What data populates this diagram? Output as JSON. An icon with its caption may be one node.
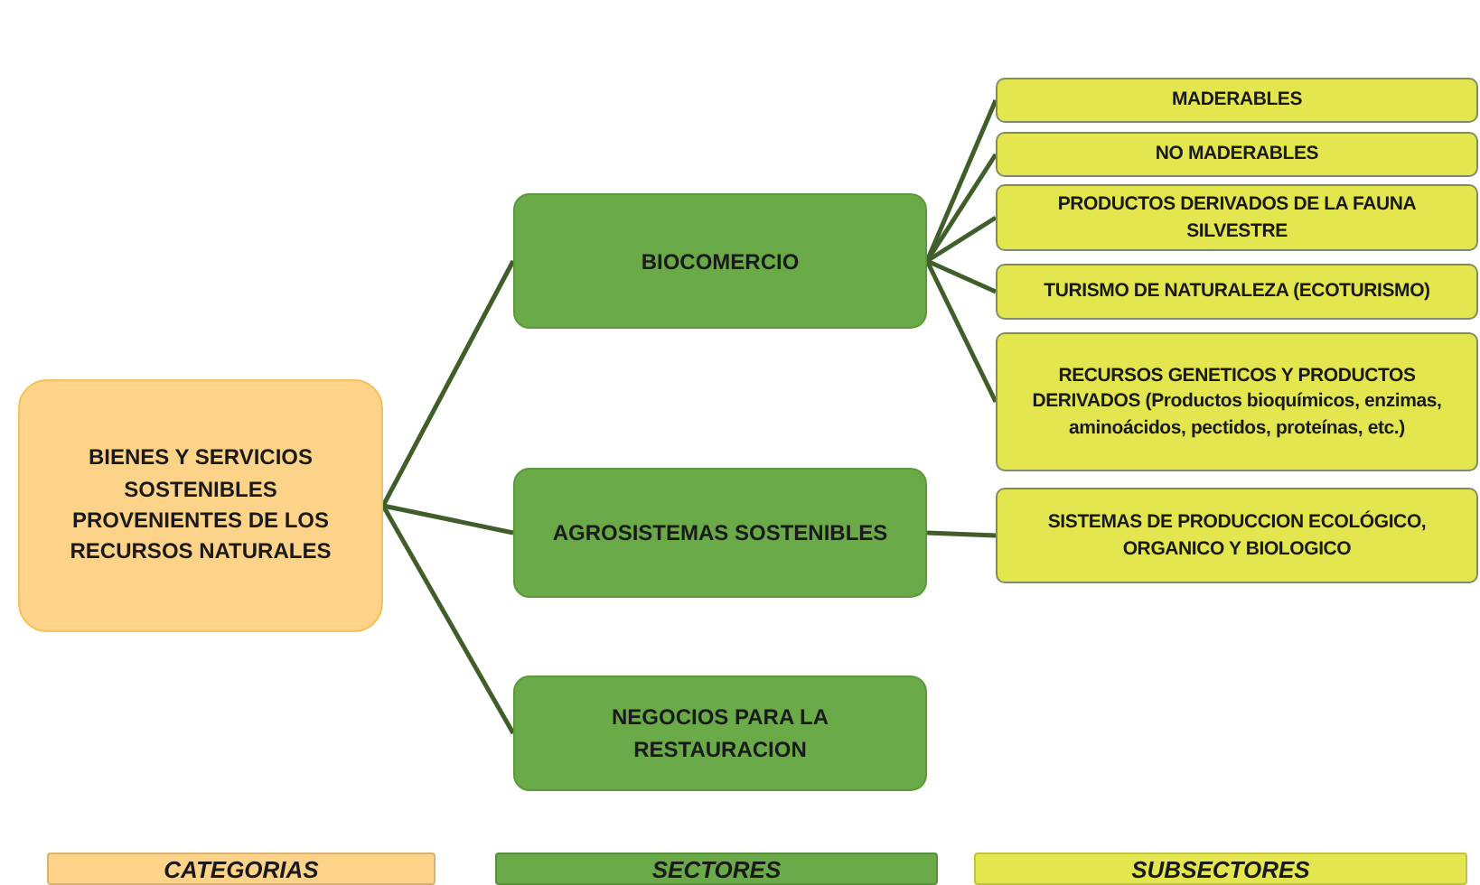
{
  "diagram": {
    "nodes": [
      {
        "text": [
          "BIENES Y SERVICIOS SOSTENIBLES PROVENIENTES DE LOS RECURSOS NATURALES"
        ]
      },
      {
        "text": [
          "BIOCOMERCIO"
        ]
      },
      {
        "text": [
          "AGROSISTEMAS SOSTENIBLES"
        ]
      },
      {
        "text": [
          "NEGOCIOS PARA LA RESTAURACION"
        ]
      },
      {
        "text": [
          "MADERABLES"
        ]
      },
      {
        "text": [
          "NO MADERABLES"
        ]
      },
      {
        "text": [
          "PRODUCTOS DERIVADOS DE LA FAUNA SILVESTRE"
        ]
      },
      {
        "text": [
          "TURISMO DE NATURALEZA (ECOTURISMO)"
        ]
      },
      {
        "text": [
          "RECURSOS GENETICOS Y PRODUCTOS DERIVADOS (Productos bioquímicos, enzimas, aminoácidos, pectidos, proteínas, etc.)"
        ]
      },
      {
        "text": [
          "SISTEMAS DE PRODUCCION ECOLÓGICO, ORGANICO Y BIOLOGICO"
        ]
      }
    ],
    "edges": [
      {
        "from": 0,
        "to": 1,
        "arrow": "none"
      },
      {
        "from": 0,
        "to": 2,
        "arrow": "none"
      },
      {
        "from": 0,
        "to": 3,
        "arrow": "none"
      },
      {
        "from": 1,
        "to": 4,
        "arrow": "none"
      },
      {
        "from": 1,
        "to": 5,
        "arrow": "none"
      },
      {
        "from": 1,
        "to": 6,
        "arrow": "none"
      },
      {
        "from": 1,
        "to": 7,
        "arrow": "none"
      },
      {
        "from": 1,
        "to": 8,
        "arrow": "none"
      },
      {
        "from": 2,
        "to": 9,
        "arrow": "none"
      }
    ],
    "legend": [
      {
        "text": "CATEGORIAS",
        "color": "#fdd38a"
      },
      {
        "text": "SECTORES",
        "color": "#6aaa48"
      },
      {
        "text": "SUBSECTORES",
        "color": "#e3e64e"
      }
    ]
  }
}
